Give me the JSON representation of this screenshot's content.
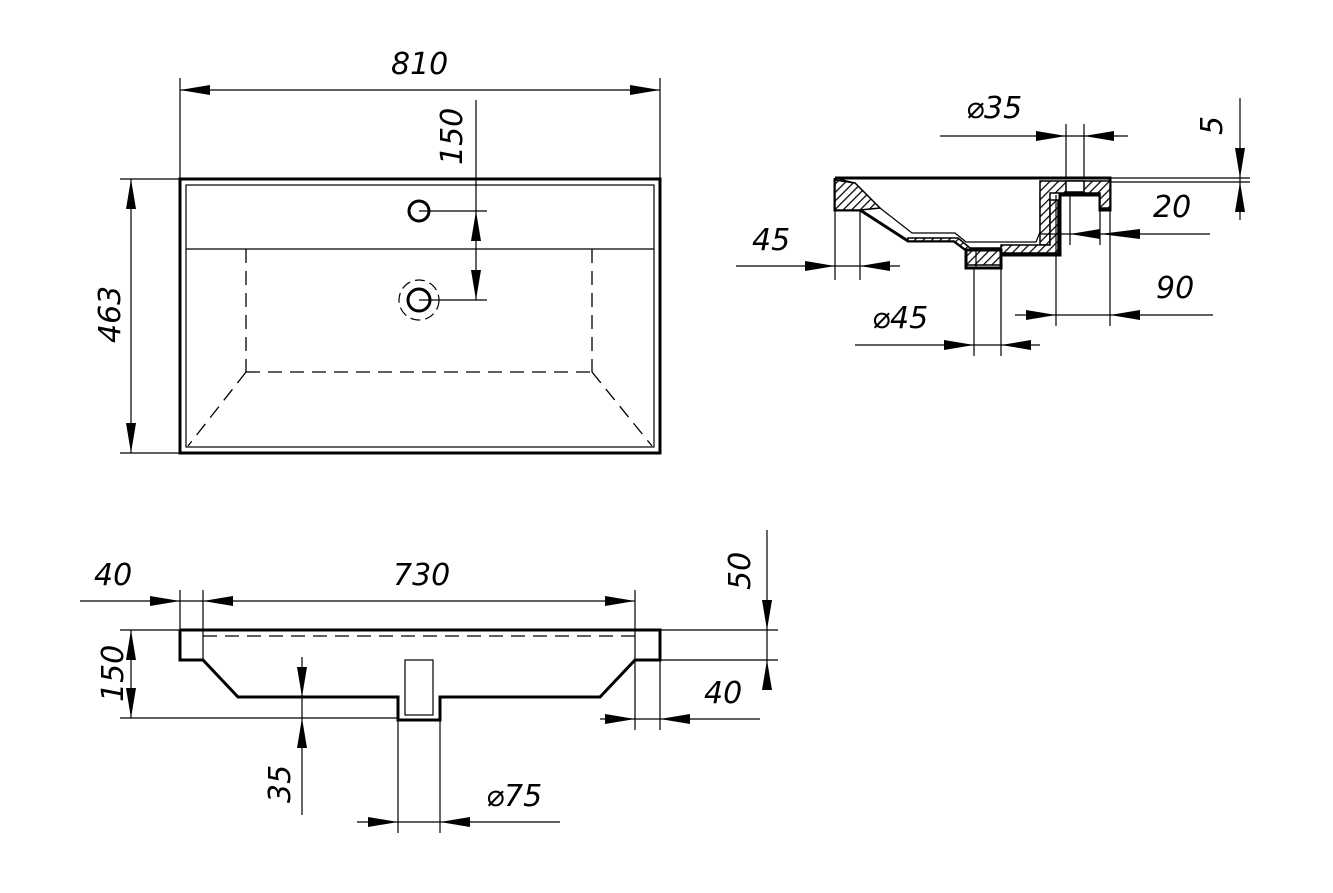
{
  "dimensions": {
    "top_width": "810",
    "top_height": "463",
    "top_faucet_offset": "150",
    "side_faucet_dia": "⌀35",
    "side_rim": "5",
    "side_overflow": "20",
    "side_wall": "45",
    "side_drain_offset": "90",
    "side_drain_dia": "⌀45",
    "front_margin": "40",
    "front_bowl": "730",
    "front_depth": "150",
    "front_rim": "50",
    "front_right_margin": "40",
    "front_drain_height": "35",
    "front_drain_dia": "⌀75"
  },
  "colors": {
    "line": "#000000",
    "background": "#ffffff"
  }
}
